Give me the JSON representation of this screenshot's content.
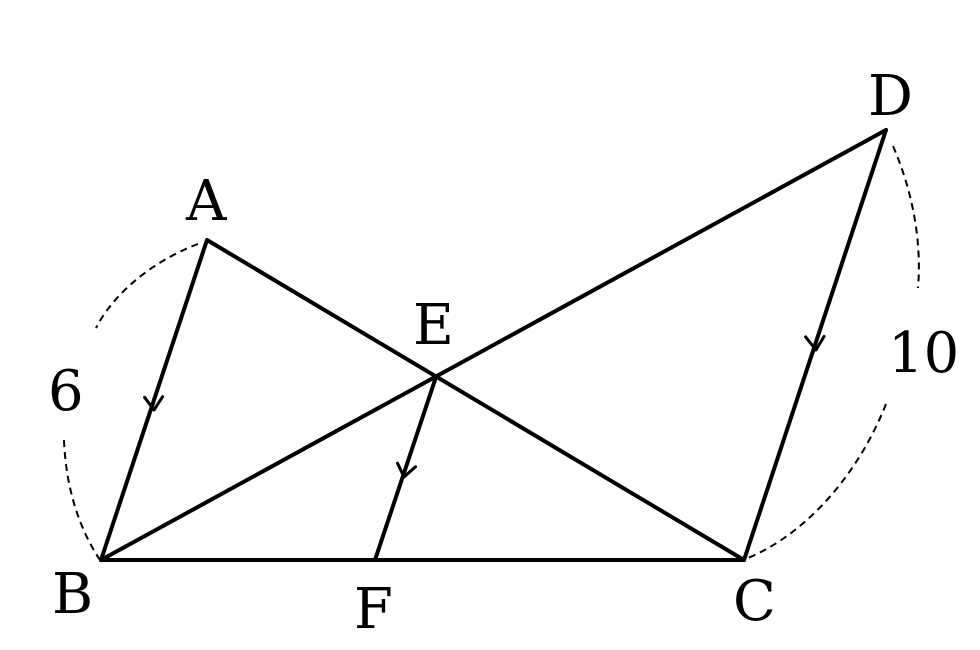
{
  "points": {
    "A": "A",
    "B": "B",
    "C": "C",
    "D": "D",
    "E": "E",
    "F": "F"
  },
  "measures": {
    "ab": "6",
    "cd": "10"
  }
}
